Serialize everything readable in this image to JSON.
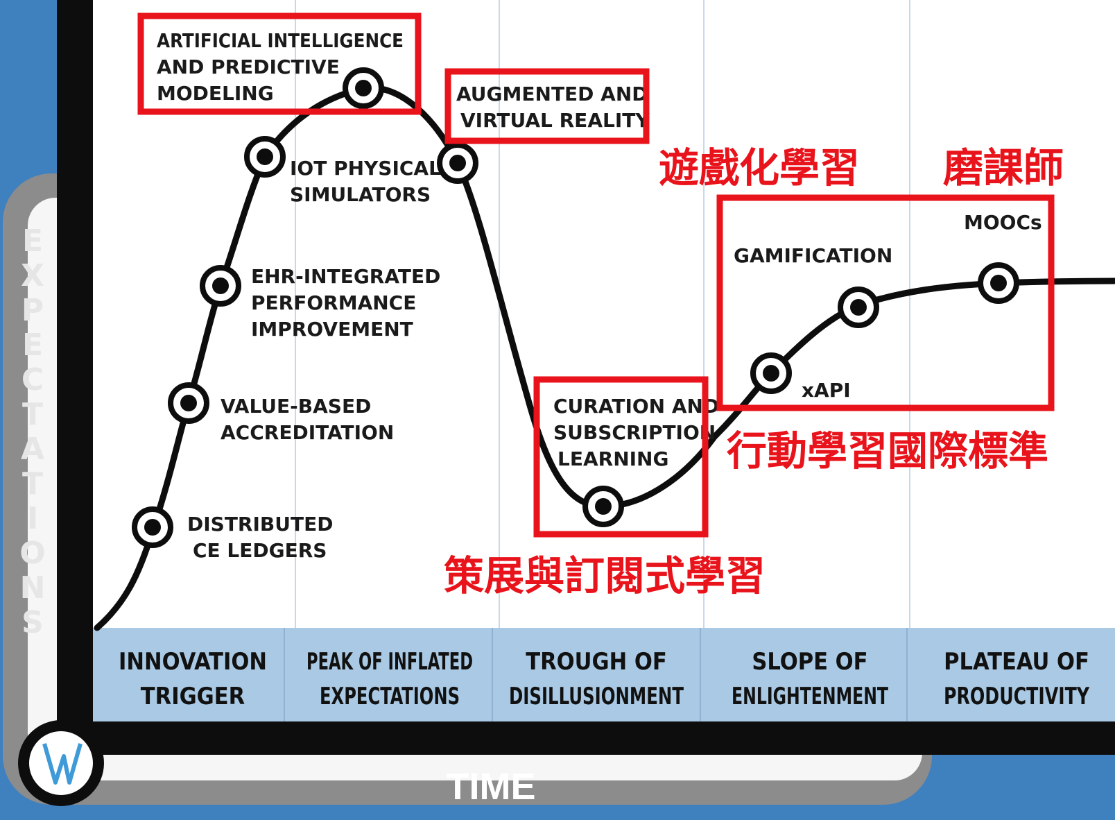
{
  "axis": {
    "y_label": [
      "E",
      "X",
      "P",
      "E",
      "C",
      "T",
      "A",
      "T",
      "I",
      "O",
      "N",
      "S"
    ],
    "x_label": "TIME"
  },
  "phases": [
    {
      "line1": "INNOVATION",
      "line2": "TRIGGER"
    },
    {
      "line1": "PEAK OF INFLATED",
      "line2": "EXPECTATIONS"
    },
    {
      "line1": "TROUGH OF",
      "line2": "DISILLUSIONMENT"
    },
    {
      "line1": "SLOPE OF",
      "line2": "ENLIGHTENMENT"
    },
    {
      "line1": "PLATEAU OF",
      "line2": "PRODUCTIVITY"
    }
  ],
  "technologies": [
    {
      "lines": [
        "DISTRIBUTED",
        "CE LEDGERS"
      ]
    },
    {
      "lines": [
        "VALUE-BASED",
        "ACCREDITATION"
      ]
    },
    {
      "lines": [
        "EHR-INTEGRATED",
        "PERFORMANCE",
        "IMPROVEMENT"
      ]
    },
    {
      "lines": [
        "IOT PHYSICAL",
        "SIMULATORS"
      ]
    },
    {
      "lines": [
        "ARTIFICIAL INTELLIGENCE",
        "AND PREDICTIVE",
        "MODELING"
      ]
    },
    {
      "lines": [
        "AUGMENTED AND",
        "VIRTUAL REALITY"
      ]
    },
    {
      "lines": [
        "CURATION AND",
        "SUBSCRIPTION",
        "LEARNING"
      ]
    },
    {
      "lines": [
        "xAPI"
      ]
    },
    {
      "lines": [
        "GAMIFICATION"
      ]
    },
    {
      "lines": [
        "MOOCs"
      ]
    }
  ],
  "annotations": {
    "gamification_zh": "遊戲化學習",
    "moocs_zh": "磨課師",
    "xapi_zh": "行動學習國際標準",
    "curation_zh": "策展與訂閱式學習"
  },
  "colors": {
    "highlight": "#e8131b",
    "phase_band": "#a9c9e4",
    "frame": "#0d0d0d",
    "background": "#3f80bf"
  },
  "logo": "W"
}
